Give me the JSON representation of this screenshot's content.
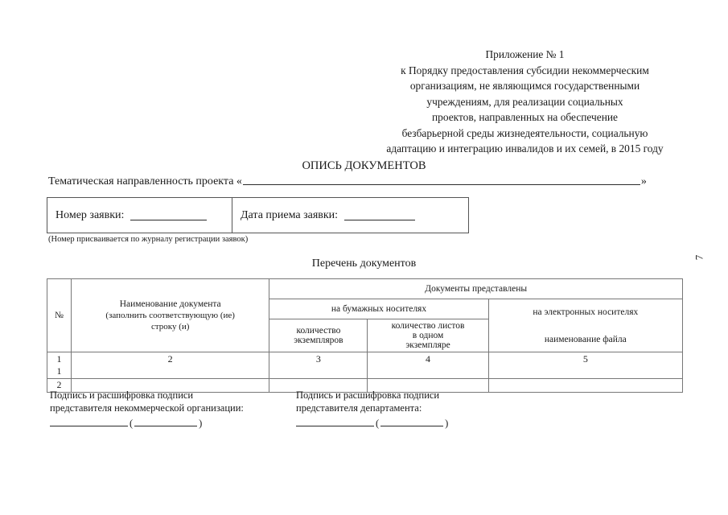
{
  "preamble": {
    "lines": [
      "Приложение № 1",
      "к Порядку предоставления субсидии некоммерческим",
      "организациям, не являющимся государственными",
      "учреждениям, для реализации социальных",
      "проектов, направленных на обеспечение",
      "безбарьерной среды жизнедеятельности, социальную",
      "адаптацию и интеграцию инвалидов и их семей, в 2015 году"
    ]
  },
  "titles": {
    "opis": "ОПИСЬ ДОКУМЕНТОВ",
    "perechen": "Перечень документов"
  },
  "thematic": {
    "label": "Тематическая направленность проекта «",
    "value": "",
    "closing_quote": "»"
  },
  "application_box": {
    "number_label": "Номер заявки:",
    "number_value": "",
    "date_label": "Дата приема заявки:",
    "date_value": "",
    "note": "(Номер присваивается по журналу регистрации заявок)"
  },
  "table": {
    "headers": {
      "no": "№",
      "name_main": "Наименование документа",
      "name_sub1": "(заполнить соответствующую (ие)",
      "name_sub2": "строку (и)",
      "submitted": "Документы представлены",
      "paper": "на бумажных носителях",
      "electronic": "на электронных носителях",
      "qty_l1": "количество",
      "qty_l2": "экземпляров",
      "sheets_l1": "количество листов",
      "sheets_l2": "в одном",
      "sheets_l3": "экземпляре",
      "file": "наименование файла"
    },
    "column_numbers": {
      "no": "1",
      "name": "2",
      "qty": "3",
      "sheets": "4",
      "file": "5"
    },
    "rows": [
      {
        "no": "1",
        "name": "",
        "qty": "",
        "sheets": "",
        "file": ""
      },
      {
        "no": "2",
        "name": "",
        "qty": "",
        "sheets": "",
        "file": ""
      }
    ]
  },
  "signatures": {
    "left": {
      "line1": "Подпись и расшифровка подписи",
      "line2": "представителя некоммерческой организации:",
      "open_paren": "(",
      "close_paren": ")"
    },
    "right": {
      "line1": "Подпись и расшифровка подписи",
      "line2": "представителя департамента:",
      "open_paren": "(",
      "close_paren": ")"
    }
  },
  "page_number": "7"
}
